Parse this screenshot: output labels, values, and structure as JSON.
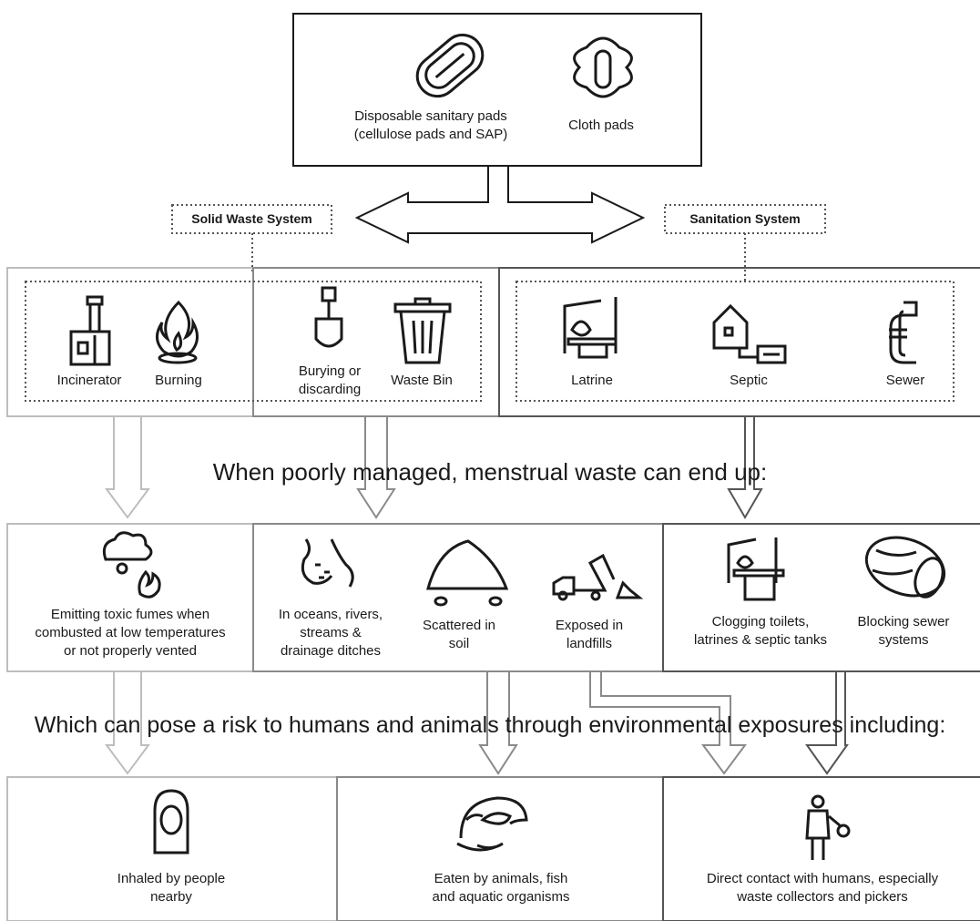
{
  "source": {
    "disposable": "Disposable sanitary pads\n(cellulose pads and SAP)",
    "cloth": "Cloth pads"
  },
  "systems": {
    "solid": "Solid Waste System",
    "sanitation": "Sanitation System"
  },
  "methods": {
    "incinerator": "Incinerator",
    "burning": "Burning",
    "burying": "Burying or\ndiscarding",
    "waste_bin": "Waste Bin",
    "latrine": "Latrine",
    "septic": "Septic",
    "sewer": "Sewer"
  },
  "banner1": "When poorly managed, menstrual waste can end up:",
  "outcomes": {
    "fumes": "Emitting toxic fumes when\ncombusted at low temperatures\nor not properly vented",
    "oceans": "In oceans, rivers,\nstreams &\ndrainage ditches",
    "soil": "Scattered in\nsoil",
    "landfills": "Exposed in\nlandfills",
    "clogging": "Clogging toilets,\nlatrines & septic tanks",
    "blocking": "Blocking sewer\nsystems"
  },
  "banner2": "Which can pose a risk to humans and animals through environmental exposures including:",
  "exposures": {
    "inhaled": "Inhaled by people\nnearby",
    "eaten": "Eaten by animals, fish\nand aquatic organisms",
    "contact": "Direct contact with humans, especially\nwaste collectors and pickers"
  },
  "colors": {
    "dark": "#1a1a1a",
    "mid": "#555555",
    "light": "#bdbdbd"
  }
}
